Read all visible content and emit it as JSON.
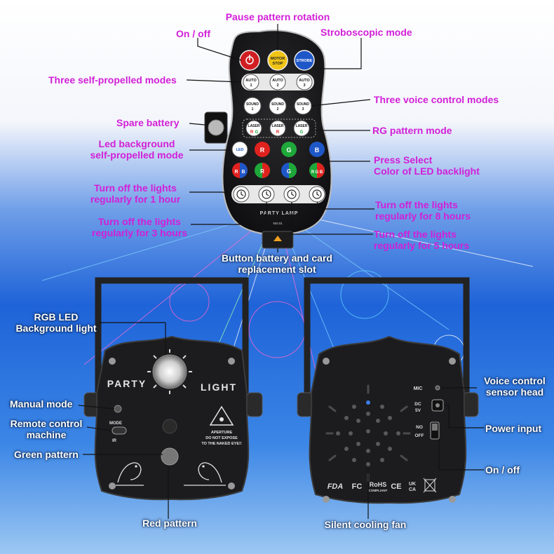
{
  "colors": {
    "callout_magenta": "#d21fd8",
    "background_white": "#ffffff",
    "background_blue": "#1e63d8",
    "device_black": "#1c1c1e",
    "led_red": "#e0221e",
    "led_green": "#1fa83a",
    "led_blue": "#1f57c8"
  },
  "remote": {
    "labels": {
      "on_off": "On / off",
      "pause": "Pause pattern rotation",
      "strobe": "Stroboscopic mode",
      "self_propelled": "Three self-propelled modes",
      "voice": "Three voice control modes",
      "spare_battery": "Spare battery",
      "rg_mode": "RG pattern mode",
      "led_bg_1": "Led background",
      "led_bg_2": "self-propelled mode",
      "press_select_1": "Press Select",
      "press_select_2": "Color of LED backlight",
      "timer_1h_1": "Turn off the lights",
      "timer_1h_2": "regularly for 1 hour",
      "timer_8h_1": "Turn off the lights",
      "timer_8h_2": "regularly for 8 hours",
      "timer_3h_1": "Turn off the lights",
      "timer_3h_2": "regularly for 3 hours",
      "timer_5h_1": "Turn off the lights",
      "timer_5h_2": "regularly for 5 hours",
      "battery_slot_1": "Button battery and card",
      "battery_slot_2": "replacement slot"
    },
    "buttons": {
      "motor_1": "MOTOR",
      "motor_2": "STOP",
      "strobe": "STROBE",
      "auto": "AUTO",
      "sound": "SOUND",
      "laser": "LASER",
      "led": "LED",
      "r": "R",
      "g": "G",
      "b": "B",
      "n1": "1",
      "n2": "2",
      "n3": "3"
    },
    "brand": "PARTY LAMP",
    "model": "NO.01"
  },
  "front": {
    "labels": {
      "rgb_led_1": "RGB LED",
      "rgb_led_2": "Background light",
      "manual_mode": "Manual mode",
      "remote_1": "Remote control",
      "remote_2": "machine",
      "green": "Green pattern",
      "red": "Red pattern"
    },
    "brand_left": "PARTY",
    "brand_right": "LIGHT",
    "switch_mode": "MODE",
    "switch_ir": "IR",
    "warning": [
      "APERTURE",
      "DO NOT EXPOSE",
      "TO THE NAKED EYE!!"
    ]
  },
  "back": {
    "labels": {
      "voice_1": "Voice control",
      "voice_2": "sensor head",
      "power": "Power input",
      "on_off": "On / off",
      "fan": "Silent cooling fan"
    },
    "mic": "MIC",
    "dc_1": "DC",
    "dc_2": "5V",
    "no": "NO",
    "off": "OFF",
    "certs": [
      "FDA",
      "FC",
      "RoHS",
      "COMPLIANT",
      "CE",
      "UK",
      "CA"
    ]
  }
}
